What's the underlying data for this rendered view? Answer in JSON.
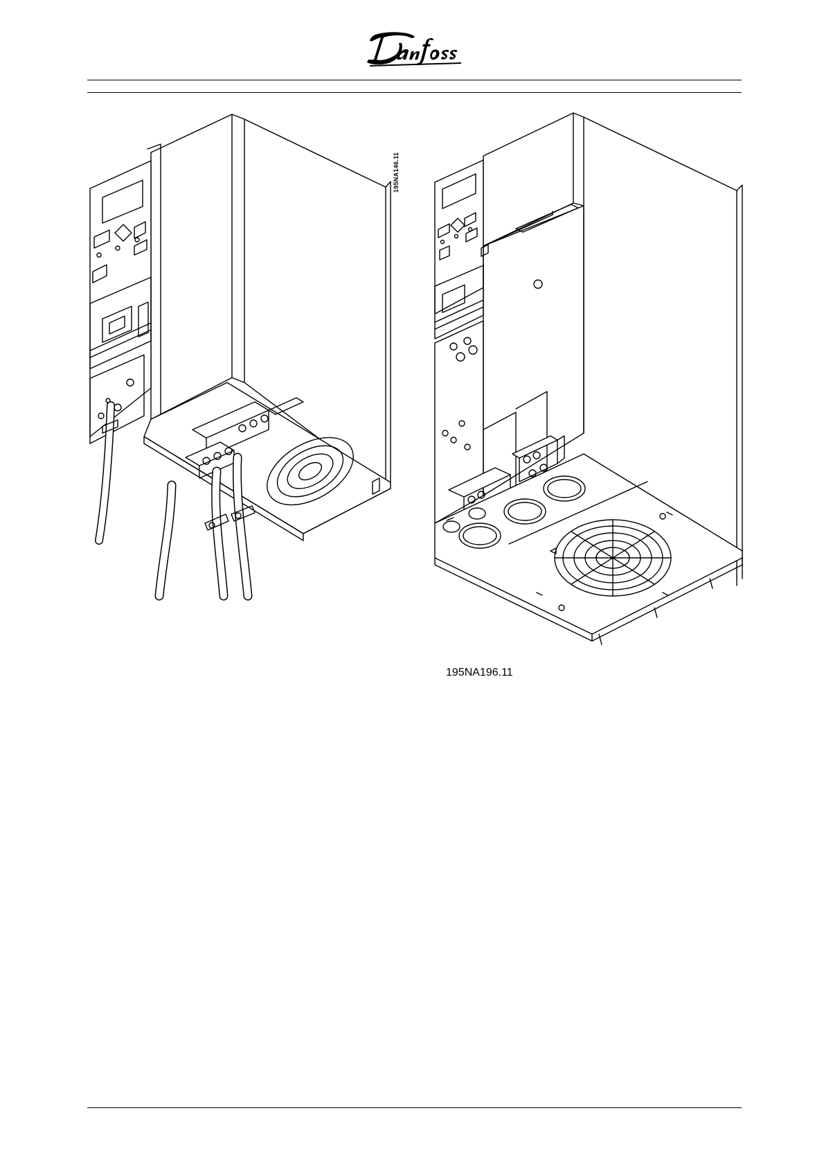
{
  "header": {
    "brand": "Danfoss"
  },
  "figures": [
    {
      "code": "195NA146.11",
      "description": "drive-with-cables"
    },
    {
      "code": "195NA196.11",
      "description": "drive-open-bottom"
    }
  ]
}
